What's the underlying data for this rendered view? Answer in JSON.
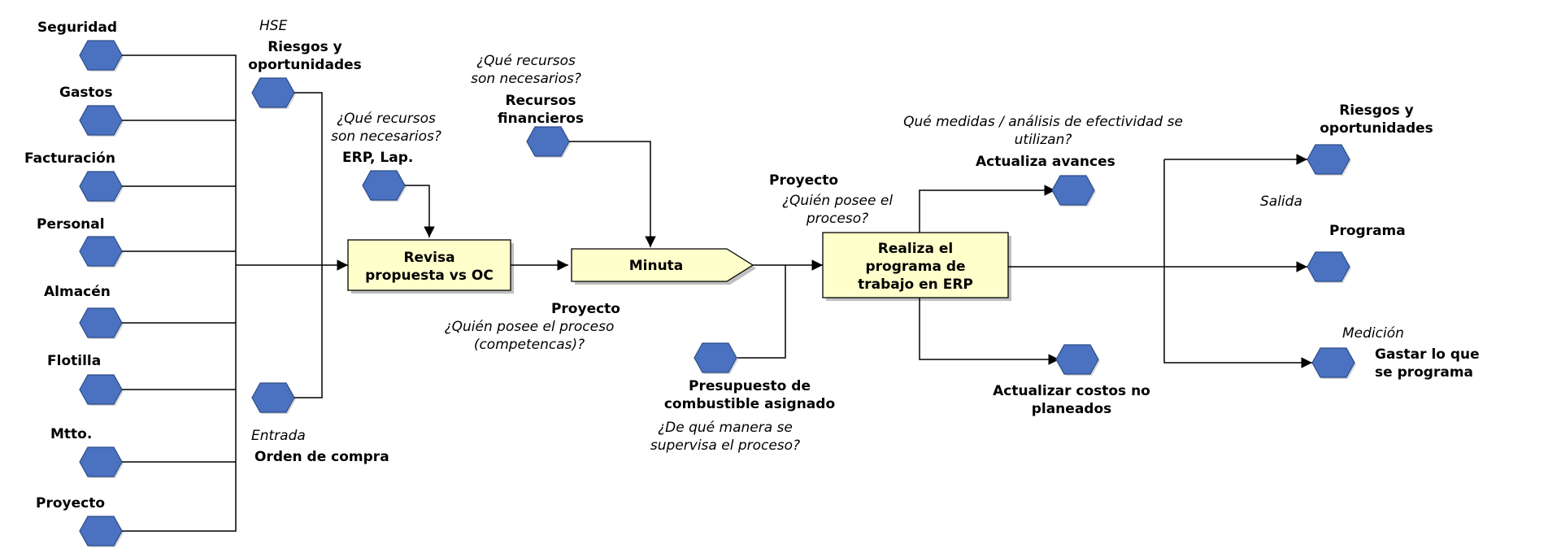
{
  "inputs": [
    {
      "label": "Seguridad"
    },
    {
      "label": "Gastos"
    },
    {
      "label": "Facturación"
    },
    {
      "label": "Personal"
    },
    {
      "label": "Almacén"
    },
    {
      "label": "Flotilla"
    },
    {
      "label": "Mtto."
    },
    {
      "label": "Proyecto"
    }
  ],
  "hse_caption": "HSE",
  "risks_in": {
    "line1": "Riesgos y",
    "line2": "oportunidades"
  },
  "entrada_caption": "Entrada",
  "orden_compra": "Orden de compra",
  "resources_q1": {
    "line1": "¿Qué recursos",
    "line2": "son necesarios?"
  },
  "erp_lap": "ERP, Lap.",
  "box1": {
    "line1": "Revisa",
    "line2": "propuesta vs OC"
  },
  "owner1": {
    "title": "Proyecto",
    "q1": "¿Quién posee el proceso",
    "q2": "(competencas)?"
  },
  "resources_q2": {
    "line1": "¿Qué recursos",
    "line2": "son necesarios?"
  },
  "recursos_fin": {
    "line1": "Recursos",
    "line2": "financieros"
  },
  "box2": {
    "label": "Minuta"
  },
  "presupuesto": {
    "line1": "Presupuesto de",
    "line2": "combustible asignado"
  },
  "supervise_q": {
    "line1": "¿De qué manera se",
    "line2": "supervisa el proceso?"
  },
  "owner2": {
    "title": "Proyecto",
    "q1": "¿Quién posee el",
    "q2": "proceso?"
  },
  "box3": {
    "line1": "Realiza el",
    "line2": "programa de",
    "line3": "trabajo en ERP"
  },
  "measures_q": {
    "line1": "Qué medidas / análisis de efectividad se",
    "line2": "utilizan?"
  },
  "actualiza_avances": "Actualiza avances",
  "actualizar_costos": {
    "line1": "Actualizar costos no",
    "line2": "planeados"
  },
  "risks_out": {
    "line1": "Riesgos y",
    "line2": "oportunidades"
  },
  "salida_caption": "Salida",
  "programa": "Programa",
  "medicion_caption": "Medición",
  "gastar": {
    "line1": "Gastar lo que",
    "line2": "se programa"
  },
  "colors": {
    "hex_fill": "#4a72c0",
    "box_fill": "#ffffcc"
  }
}
